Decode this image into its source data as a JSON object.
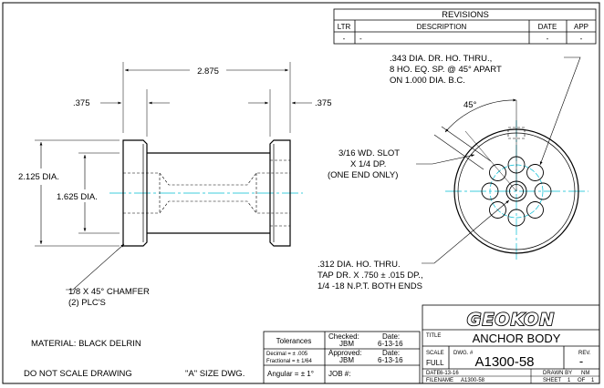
{
  "revisions": {
    "title": "REVISIONS",
    "headers": {
      "ltr": "LTR",
      "description": "DESCRIPTION",
      "date": "DATE",
      "app": "APP"
    },
    "row": {
      "ltr": "-",
      "description": "-",
      "date": "-",
      "app": "-"
    }
  },
  "dimensions": {
    "overall_length": "2.875",
    "left_flange": ".375",
    "right_flange": ".375",
    "outer_dia": "2.125 DIA.",
    "inner_dia": "1.625 DIA.",
    "angle": "45°"
  },
  "notes": {
    "holes": [
      ".343 DIA. DR. HO. THRU.,",
      "8 HO. EQ. SP. @ 45° APART",
      "ON 1.000 DIA. B.C."
    ],
    "slot": [
      "3/16 WD. SLOT",
      "X 1/4 DP.",
      "(ONE END ONLY)"
    ],
    "center_hole": [
      ".312 DIA. HO. THRU.",
      "TAP DR. X .750 ± .015 DP.,",
      "1/4 -18 N.P.T. BOTH ENDS"
    ],
    "chamfer": [
      "1/8 X 45° CHAMFER",
      "(2) PLC'S"
    ]
  },
  "footer": {
    "material": "MATERIAL: BLACK DELRIN",
    "do_not_scale": "DO NOT SCALE DRAWING",
    "size": "\"A\" SIZE DWG."
  },
  "tolerance_block": {
    "tolerances_label": "Tolerances",
    "decimal": "Decimal = ± .005",
    "fractional": "Fractional = ± 1/64",
    "angular": "Angular = ± 1°",
    "checked_label": "Checked:",
    "checked_by": "JBM",
    "approved_label": "Approved:",
    "approved_by": "JBM",
    "date_label": "Date:",
    "checked_date": "6-13-16",
    "approved_date": "6-13-16",
    "job_label": "JOB #:"
  },
  "title_block": {
    "logo": "GEOKON",
    "title_label": "TITLE",
    "title": "ANCHOR BODY",
    "scale_label": "SCALE",
    "scale": "FULL",
    "dwg_label": "DWG. #",
    "dwg_number": "A1300-58",
    "rev_label": "REV.",
    "rev": "-",
    "date_label": "DATE",
    "date": "6-13-16",
    "drawn_by_label": "DRAWN BY",
    "drawn_by": "NM",
    "filename_label": "FILENAME",
    "filename": "A1300-58",
    "sheet_label": "SHEET",
    "sheet": "1",
    "of_label": "OF",
    "sheet_total": "1"
  },
  "colors": {
    "line": "#000000",
    "centerline": "#00bcd4",
    "background": "#ffffff"
  }
}
